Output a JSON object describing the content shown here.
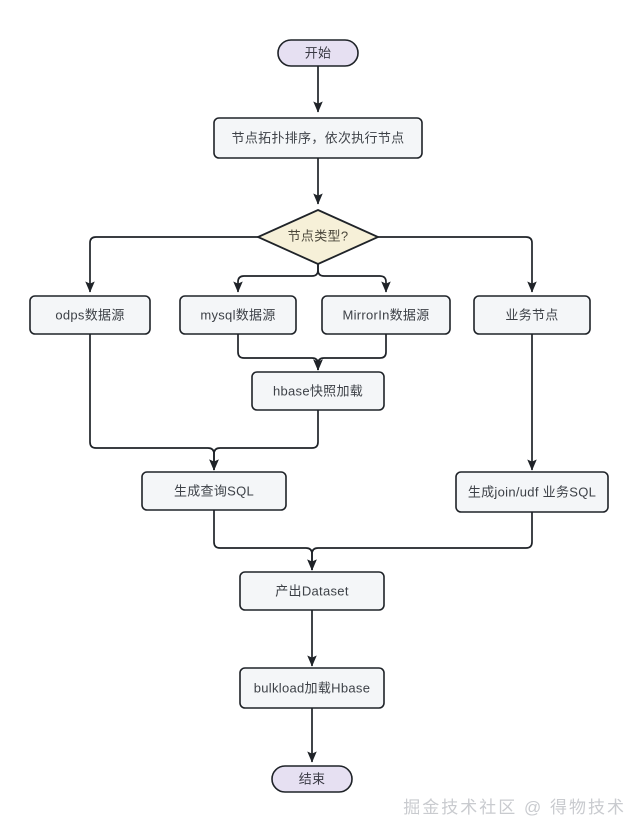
{
  "diagram": {
    "type": "flowchart",
    "direction": "top-to-bottom",
    "background_color": "#ffffff",
    "colors": {
      "terminal_fill": "#e6e0f2",
      "process_fill": "#f4f6f8",
      "decision_fill": "#f6f0d8",
      "stroke": "#1f2328",
      "text": "#3d4147",
      "watermark": "#c9cbcf"
    },
    "nodes": [
      {
        "id": "start",
        "shape": "terminal",
        "label": "开始"
      },
      {
        "id": "topo_sort",
        "shape": "process",
        "label": "节点拓扑排序，依次执行节点"
      },
      {
        "id": "node_type",
        "shape": "decision",
        "label": "节点类型?"
      },
      {
        "id": "odps",
        "shape": "process",
        "label": "odps数据源"
      },
      {
        "id": "mysql",
        "shape": "process",
        "label": "mysql数据源"
      },
      {
        "id": "mirrorin",
        "shape": "process",
        "label": "MirrorIn数据源"
      },
      {
        "id": "biz_node",
        "shape": "process",
        "label": "业务节点"
      },
      {
        "id": "hbase_snap",
        "shape": "process",
        "label": "hbase快照加载"
      },
      {
        "id": "query_sql",
        "shape": "process",
        "label": "生成查询SQL"
      },
      {
        "id": "biz_sql",
        "shape": "process",
        "label": "生成join/udf 业务SQL"
      },
      {
        "id": "dataset",
        "shape": "process",
        "label": "产出Dataset"
      },
      {
        "id": "bulkload",
        "shape": "process",
        "label": "bulkload加载Hbase"
      },
      {
        "id": "end",
        "shape": "terminal",
        "label": "结束"
      }
    ],
    "edges": [
      {
        "from": "start",
        "to": "topo_sort"
      },
      {
        "from": "topo_sort",
        "to": "node_type"
      },
      {
        "from": "node_type",
        "to": "odps"
      },
      {
        "from": "node_type",
        "to": "mysql"
      },
      {
        "from": "node_type",
        "to": "mirrorin"
      },
      {
        "from": "node_type",
        "to": "biz_node"
      },
      {
        "from": "mysql",
        "to": "hbase_snap"
      },
      {
        "from": "mirrorin",
        "to": "hbase_snap"
      },
      {
        "from": "odps",
        "to": "query_sql"
      },
      {
        "from": "hbase_snap",
        "to": "query_sql"
      },
      {
        "from": "biz_node",
        "to": "biz_sql"
      },
      {
        "from": "query_sql",
        "to": "dataset"
      },
      {
        "from": "biz_sql",
        "to": "dataset"
      },
      {
        "from": "dataset",
        "to": "bulkload"
      },
      {
        "from": "bulkload",
        "to": "end"
      }
    ]
  },
  "watermark": {
    "text": "掘金技术社区 @ 得物技术"
  }
}
